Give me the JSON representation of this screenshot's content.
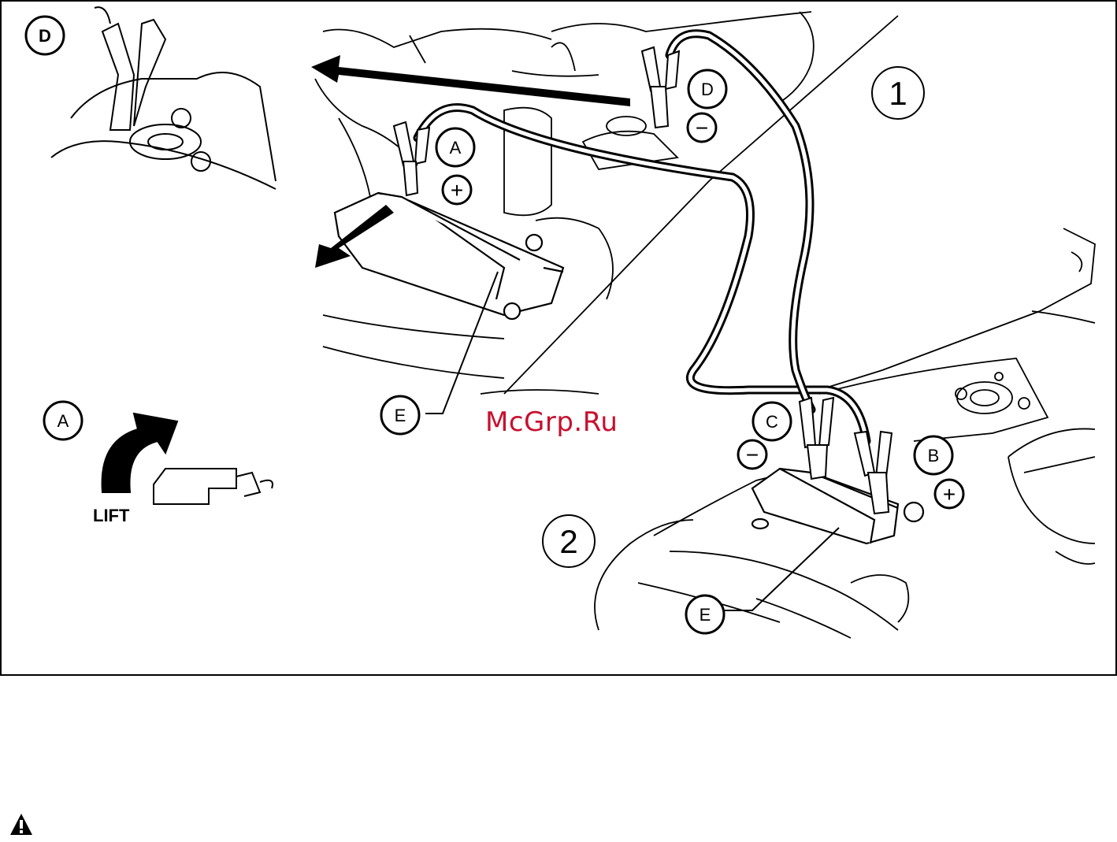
{
  "diagram": {
    "callouts": {
      "inset_d": "D",
      "inset_a": "A",
      "main_a": "A",
      "main_d": "D",
      "main_c": "C",
      "main_b": "B",
      "label_e_top": "E",
      "label_e_bottom": "E",
      "vehicle_1": "1",
      "vehicle_2": "2"
    },
    "polarity": {
      "a": "+",
      "d": "−",
      "c": "−",
      "b": "+"
    },
    "lift_text": "LIFT"
  },
  "watermark": "McGrp.Ru",
  "warning_icon": "warning-triangle-icon"
}
